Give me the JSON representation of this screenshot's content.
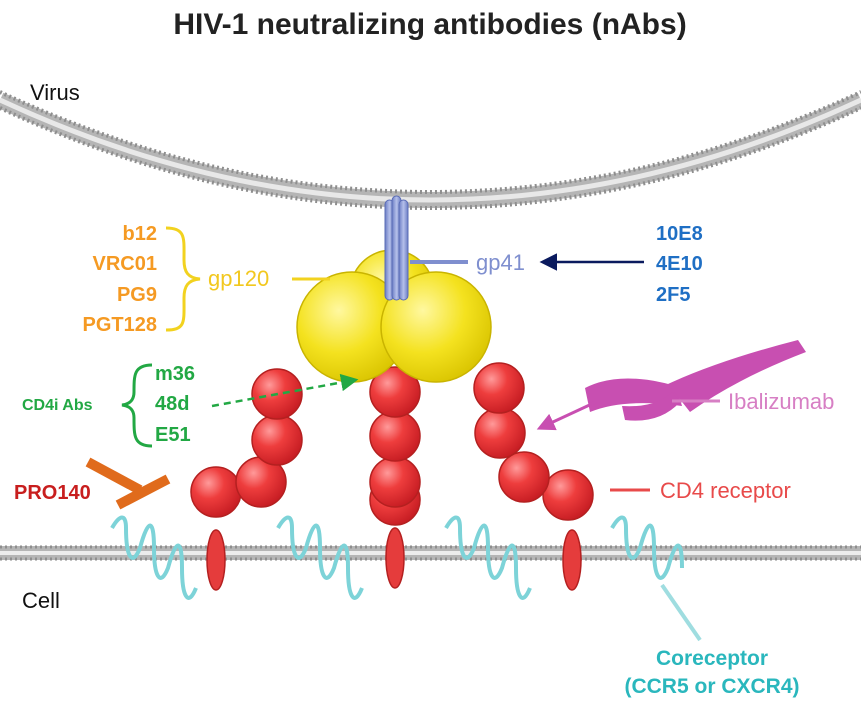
{
  "title": "HIV-1 neutralizing antibodies (nAbs)",
  "labels": {
    "virus": "Virus",
    "cell": "Cell",
    "gp120": "gp120",
    "gp41": "gp41",
    "cd4i_abs": "CD4i Abs",
    "pro140": "PRO140",
    "ibalizumab": "Ibalizumab",
    "cd4_receptor": "CD4 receptor",
    "coreceptor_line1": "Coreceptor",
    "coreceptor_line2": "(CCR5 or CXCR4)"
  },
  "gp120_antibodies": [
    "b12",
    "VRC01",
    "PG9",
    "PGT128"
  ],
  "gp41_antibodies": [
    "10E8",
    "4E10",
    "2F5"
  ],
  "cd4i_antibodies": [
    "m36",
    "48d",
    "E51"
  ],
  "colors": {
    "title": "#222222",
    "gp120_text": "#f59a23",
    "gp120": "#f2e12b",
    "gp41": "#7f8fcf",
    "gp41_text": "#1f6fc4",
    "cd4i": "#22a844",
    "pro140": "#c81e1e",
    "pro140_ab": "#e06b1c",
    "ibalizumab": "#c84fb1",
    "cd4": "#e53c3c",
    "coreceptor": "#7dd3d8",
    "coreceptor_text": "#2ab7bd",
    "arrow_dark": "#0a1a5e"
  }
}
